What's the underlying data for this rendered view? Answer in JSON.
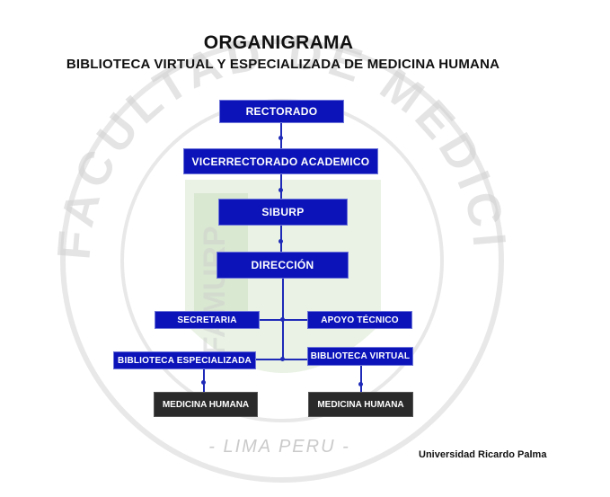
{
  "header": {
    "title": "ORGANIGRAMA",
    "subtitle": "BIBLIOTECA VIRTUAL Y ESPECIALIZADA DE MEDICINA HUMANA"
  },
  "org": {
    "rectorado": "RECTORADO",
    "vicerrectorado": "VICERRECTORADO ACADEMICO",
    "siburp": "SIBURP",
    "direccion": "DIRECCIÓN",
    "secretaria": "SECRETARIA",
    "apoyo_tecnico": "APOYO TÉCNICO",
    "biblioteca_especializada": "BIBLIOTECA ESPECIALIZADA",
    "biblioteca_virtual": "BIBLIOTECA VIRTUAL",
    "medicina_humana_left": "MEDICINA HUMANA",
    "medicina_humana_right": "MEDICINA HUMANA"
  },
  "seal": {
    "ring_text": "FACULTAD DE MEDICINA HUMANA",
    "bottom_text": "- LIMA PERU -",
    "inner_text": "FAMURP"
  },
  "footer": {
    "institution": "Universidad Ricardo Palma"
  },
  "colors": {
    "box_blue": "#0c14b9",
    "box_dark": "#2a2a2a",
    "connector": "#1f2bb8",
    "seal_gray": "#c8c8c8",
    "seal_green": "#cfe3c4"
  }
}
